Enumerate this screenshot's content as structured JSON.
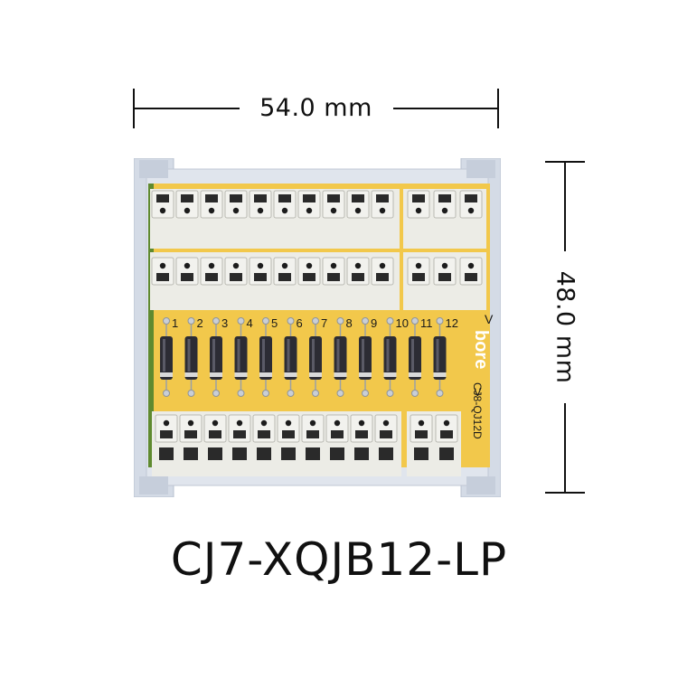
{
  "dimensions": {
    "width_label": "54.0 mm",
    "height_label": "48.0 mm"
  },
  "product": {
    "model": "CJ7-XQJB12-LP",
    "brand_mark": "bore",
    "board_code": "CJ8-QJ12D"
  },
  "board": {
    "channel_labels": [
      "1",
      "2",
      "3",
      "4",
      "5",
      "6",
      "7",
      "8",
      "9",
      "10",
      "11",
      "12"
    ],
    "top_rail_marker": "V",
    "bottom_rail_marker": "V",
    "colors": {
      "pcb": "#f2c84b",
      "housing": "#d4dbe6",
      "terminal": "#f2f2ee",
      "diode": "#2c2c34"
    }
  }
}
